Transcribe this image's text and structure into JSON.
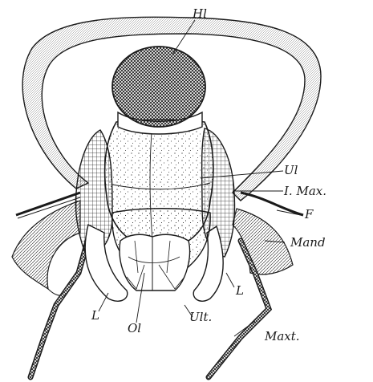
{
  "figure": {
    "ink": "#1a1a1a",
    "paper": "#ffffff",
    "labels": {
      "hl": "Hl",
      "ul": "Ul",
      "i_max": "I. Max.",
      "f": "F",
      "mand": "Mand",
      "l_left": "L",
      "l_right": "L",
      "ol": "Ol",
      "ult": "Ult.",
      "maxt": "Maxt."
    }
  }
}
